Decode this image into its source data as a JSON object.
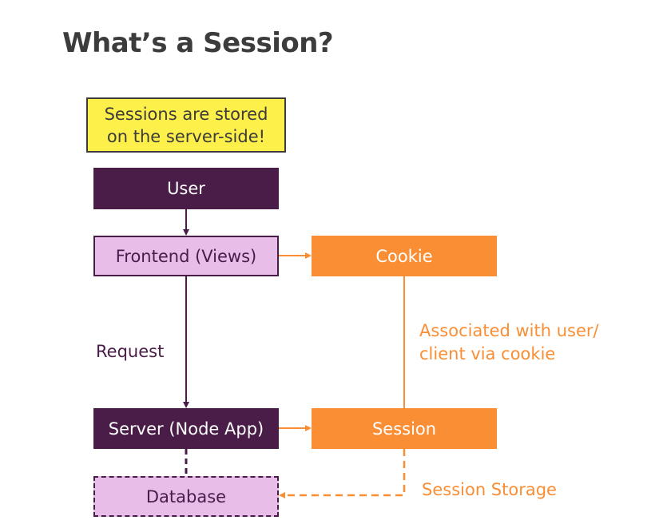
{
  "title": "What’s a Session?",
  "note": {
    "line1": "Sessions are stored",
    "line2": "on the server-side!"
  },
  "nodes": {
    "user": "User",
    "frontend": "Frontend (Views)",
    "server": "Server (Node App)",
    "database": "Database",
    "cookie": "Cookie",
    "session": "Session"
  },
  "edge_labels": {
    "request": "Request",
    "associated_line1": "Associated with user/",
    "associated_line2": "client via cookie",
    "session_storage": "Session Storage"
  },
  "colors": {
    "dark_purple": "#4a1c48",
    "light_purple": "#e8bde8",
    "orange": "#f98e35",
    "note_yellow": "#fdf04a"
  }
}
